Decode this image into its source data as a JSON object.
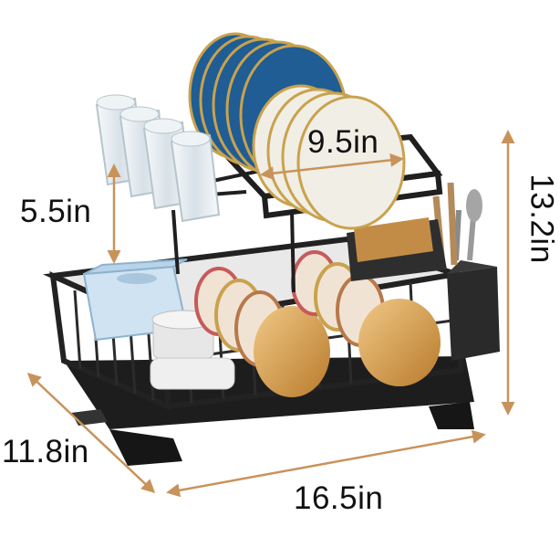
{
  "dimensions": {
    "top_tier_height": "5.5in",
    "plate_width": "9.5in",
    "total_height": "13.2in",
    "depth": "11.8in",
    "width": "16.5in"
  },
  "colors": {
    "rack": "#2b2b2b",
    "rack_dark": "#151515",
    "dimension_arrow": "#c8935a",
    "plate_blue": "#1f5d94",
    "plate_cream": "#f1eee6",
    "plate_rim_gold": "#c9a24d",
    "glass": "#dfe9f0",
    "cutting_board": "#b5813f"
  }
}
